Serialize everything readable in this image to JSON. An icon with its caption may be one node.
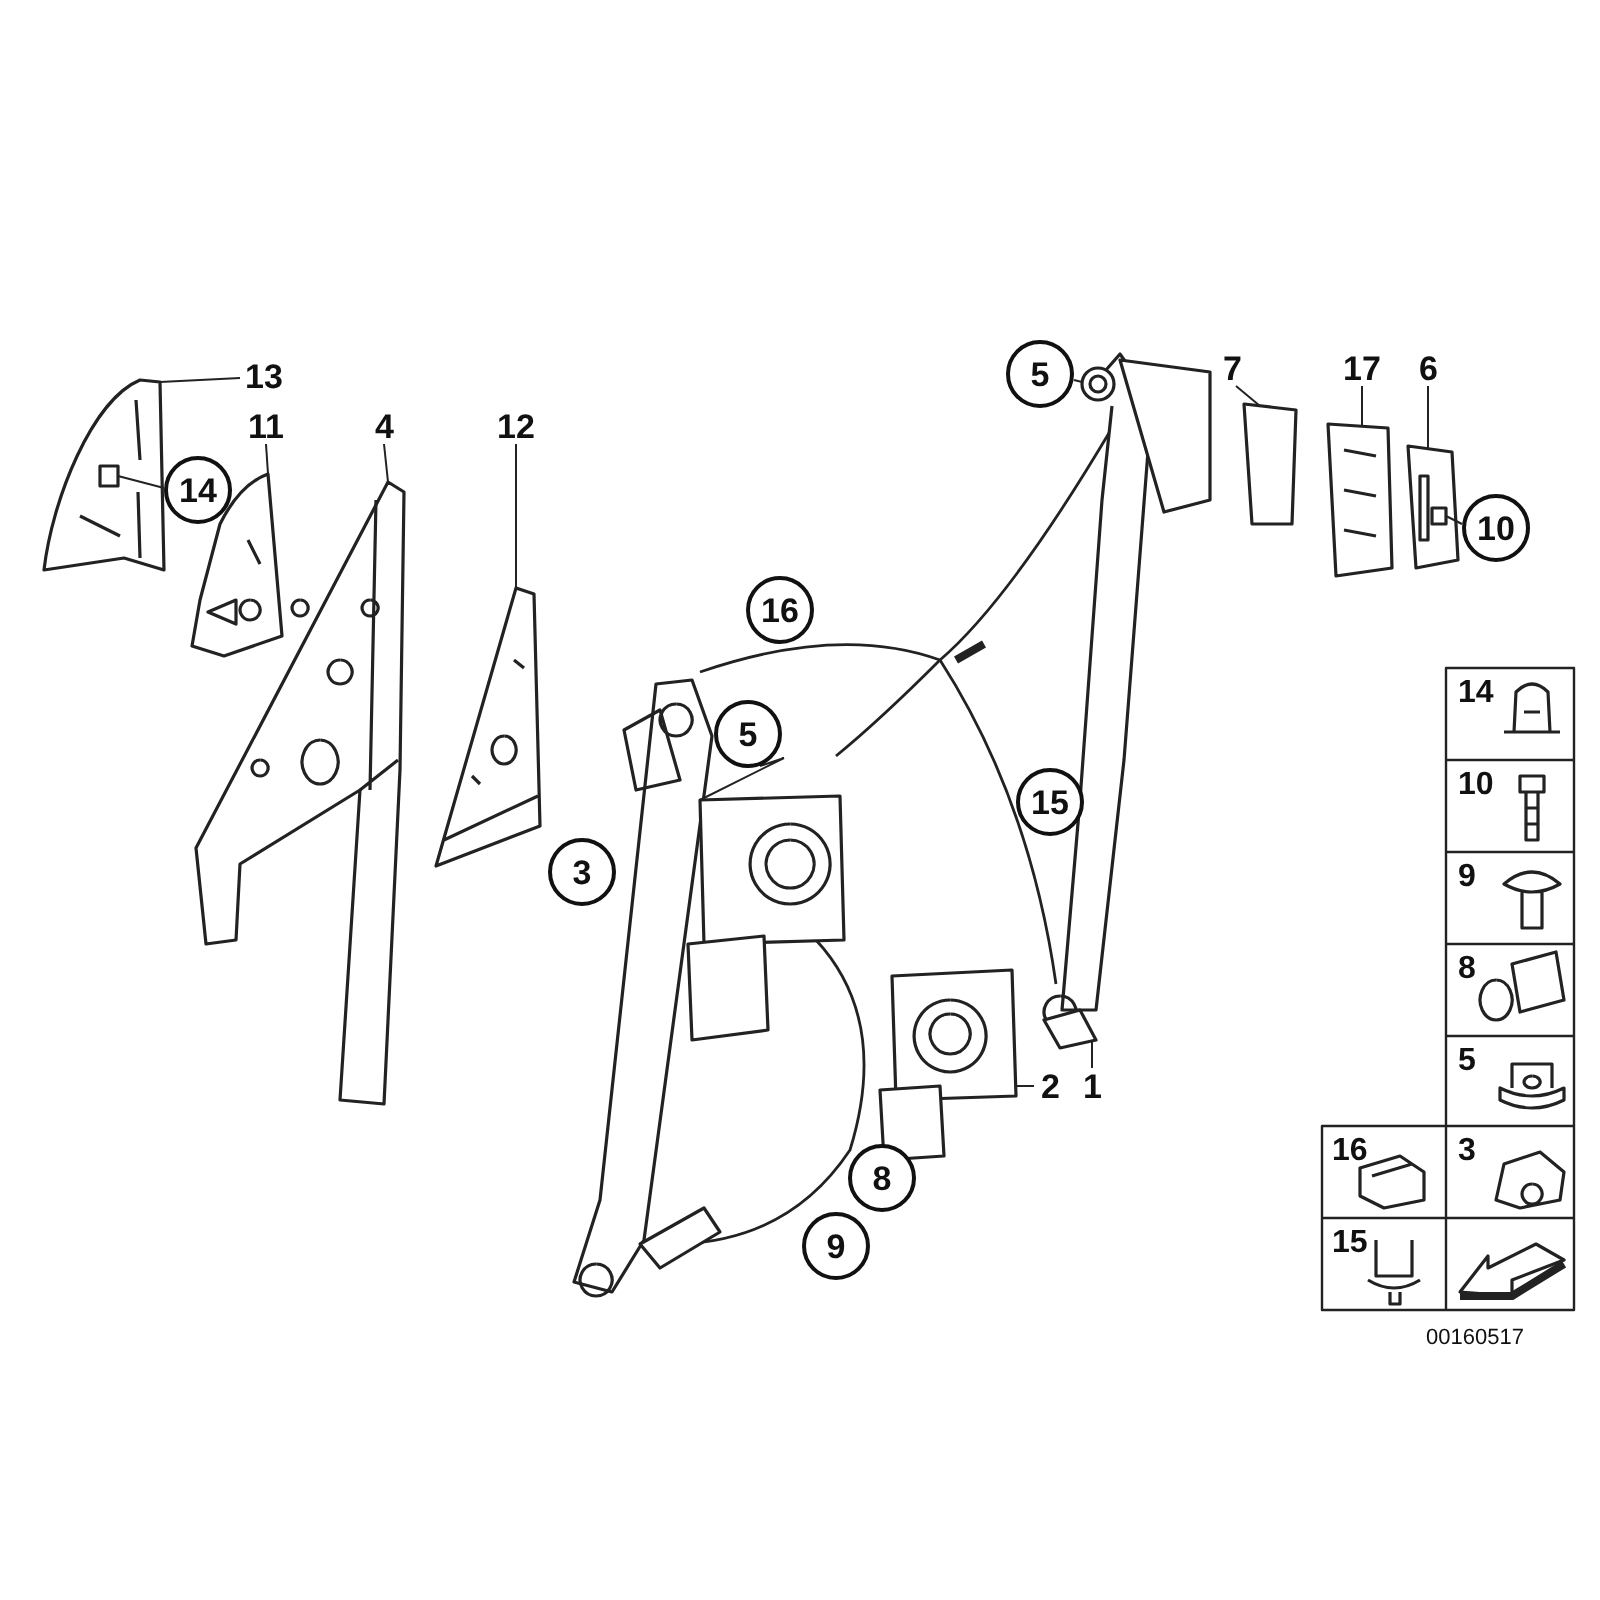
{
  "diagram": {
    "nodes": [
      {
        "text": [
          "13"
        ]
      },
      {
        "text": [
          "14"
        ]
      },
      {
        "text": [
          "11"
        ]
      },
      {
        "text": [
          "4"
        ]
      },
      {
        "text": [
          "12"
        ]
      },
      {
        "text": [
          "5"
        ]
      },
      {
        "text": [
          "7"
        ]
      },
      {
        "text": [
          "17"
        ]
      },
      {
        "text": [
          "6"
        ]
      },
      {
        "text": [
          "10"
        ]
      },
      {
        "text": [
          "16"
        ]
      },
      {
        "text": [
          "5"
        ]
      },
      {
        "text": [
          "15"
        ]
      },
      {
        "text": [
          "3"
        ]
      },
      {
        "text": [
          "2"
        ]
      },
      {
        "text": [
          "1"
        ]
      },
      {
        "text": [
          "8"
        ]
      },
      {
        "text": [
          "9"
        ]
      },
      {
        "text": [],
        "shape": "picture"
      },
      {
        "text": [],
        "shape": "box",
        "in": 18
      },
      {
        "text": [],
        "shape": "picture"
      },
      {
        "text": [],
        "shape": "picture"
      },
      {
        "text": [],
        "shape": "picture"
      },
      {
        "text": [],
        "shape": "picture"
      },
      {
        "text": [],
        "shape": "box"
      },
      {
        "text": [],
        "shape": "picture"
      },
      {
        "text": [],
        "shape": "picture"
      },
      {
        "text": [],
        "shape": "box",
        "in": 26
      },
      {
        "text": [],
        "shape": "picture"
      },
      {
        "text": [],
        "shape": "picture"
      },
      {
        "text": [],
        "shape": "picture"
      }
    ],
    "edges": [
      {
        "from": 0,
        "to": 18,
        "arrow": "none"
      },
      {
        "from": 1,
        "to": 19,
        "arrow": "none"
      },
      {
        "from": 2,
        "to": 20,
        "arrow": "none"
      },
      {
        "from": 3,
        "to": 21,
        "arrow": "none"
      },
      {
        "from": 4,
        "to": 22,
        "arrow": "none"
      },
      {
        "from": 5,
        "to": 23,
        "arrow": "none"
      },
      {
        "from": 6,
        "to": 24,
        "arrow": "none"
      },
      {
        "from": 7,
        "to": 25,
        "arrow": "none"
      },
      {
        "from": 8,
        "to": 26,
        "arrow": "none"
      },
      {
        "from": 9,
        "to": 27,
        "arrow": "none"
      },
      {
        "from": 11,
        "to": 28,
        "arrow": "none"
      },
      {
        "from": 14,
        "to": 29,
        "arrow": "none"
      },
      {
        "from": 15,
        "to": 30,
        "arrow": "none"
      }
    ],
    "labels": [
      "14",
      "10",
      "9",
      "8",
      "5",
      "16",
      "3",
      "15",
      "00160517"
    ]
  }
}
